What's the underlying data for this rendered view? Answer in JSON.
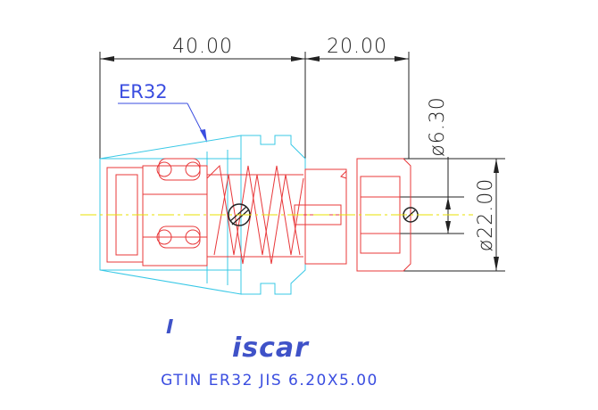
{
  "drawing": {
    "dimensions": {
      "total_length": "40.00",
      "end_length": "20.00",
      "small_diameter": "ø6.30",
      "large_diameter": "ø22.00"
    },
    "callout_label": "ER32",
    "logo_text": "iscar",
    "caption": "GTIN ER32 JIS 6.20X5.00"
  },
  "colors": {
    "outline_cyan": "#38c8e6",
    "part_red": "#e8383a",
    "dimension_black": "#222222",
    "callout_blue": "#3a4de0",
    "logo_blue": "#3f52c8",
    "centerline_yellow": "#e8e000"
  }
}
